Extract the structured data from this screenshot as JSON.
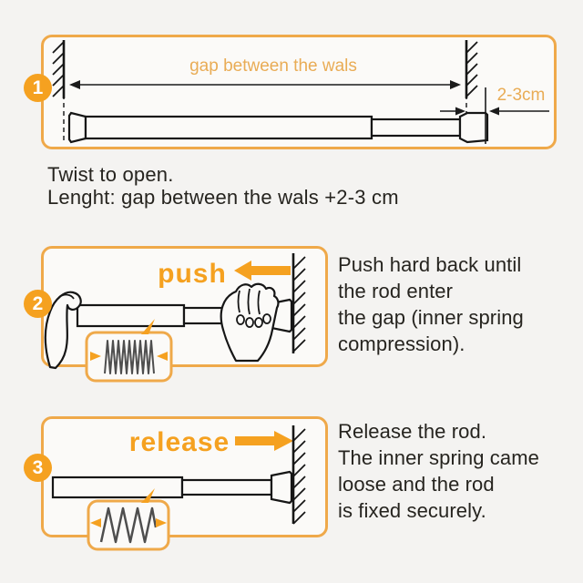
{
  "colors": {
    "accent_orange": "#F5A120",
    "border_orange": "#EFA94A",
    "soft_orange": "#E9AC55",
    "ink": "#26241F",
    "background": "#F4F3F1",
    "panel": "#FBFAF8"
  },
  "steps": [
    {
      "number": "1",
      "diagram": {
        "gap_label": "gap between the wals",
        "measure_label": "2-3cm"
      },
      "caption": [
        "Twist to open.",
        "Lenght: gap between the wals +2-3 cm"
      ]
    },
    {
      "number": "2",
      "action_label": "push",
      "description": [
        "Push hard back until",
        "the rod enter",
        "the gap (inner spring",
        "compression)."
      ]
    },
    {
      "number": "3",
      "action_label": "release",
      "description": [
        "Release the rod.",
        "The inner spring came",
        "loose and the rod",
        "is fixed securely."
      ]
    }
  ]
}
